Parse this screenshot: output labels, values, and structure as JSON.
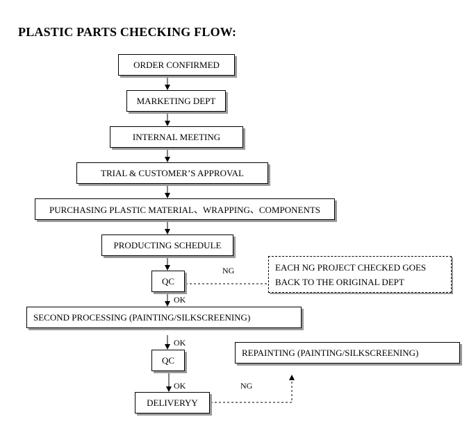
{
  "title": "PLASTIC PARTS CHECKING FLOW:",
  "steps": {
    "order_confirmed": "ORDER CONFIRMED",
    "marketing_dept": "MARKETING DEPT",
    "internal_meeting": "INTERNAL MEETING",
    "trial_approval": "TRIAL & CUSTOMER’S APPROVAL",
    "purchasing": "PURCHASING PLASTIC MATERIAL、WRAPPING、COMPONENTS",
    "producting_schedule": "PRODUCTING SCHEDULE",
    "qc_1": "QC",
    "second_processing": "SECOND PROCESSING (PAINTING/SILKSCREENING)",
    "qc_2": "QC",
    "delivery": "DELIVERYY",
    "repainting": "REPAINTING (PAINTING/SILKSCREENING)"
  },
  "ng_note": {
    "line1": "EACH NG PROJECT CHECKED GOES",
    "line2": "BACK TO THE ORIGINAL DEPT"
  },
  "labels": {
    "ng_1": "NG",
    "ok_1": "OK",
    "ok_2": "OK",
    "ok_3": "OK",
    "ng_2": "NG"
  }
}
